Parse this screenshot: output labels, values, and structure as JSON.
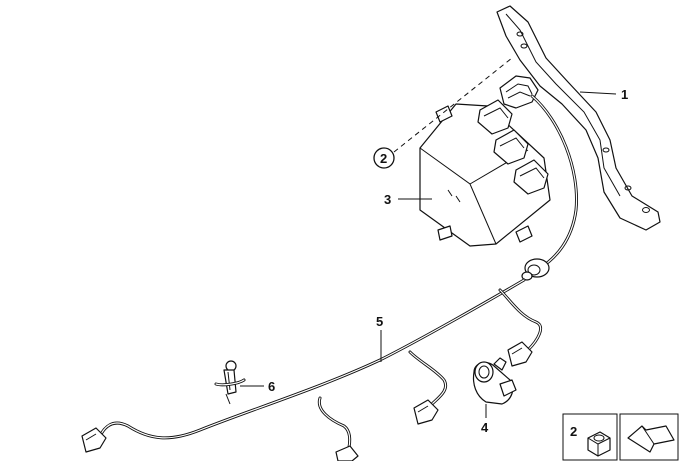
{
  "callouts": {
    "bracket": "1",
    "circled_ref": "2",
    "control_unit": "3",
    "sensor": "4",
    "harness": "5",
    "clip": "6"
  },
  "legend": {
    "nut_label": "2"
  }
}
